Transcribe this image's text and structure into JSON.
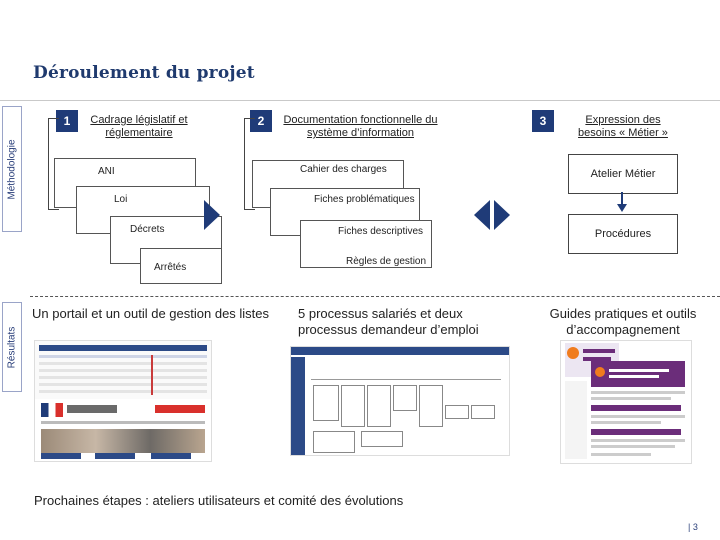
{
  "page": {
    "title": "Déroulement du projet",
    "page_number": "| 3",
    "footer": "Prochaines étapes : ateliers utilisateurs et comité des évolutions"
  },
  "sections": {
    "methodology": "Méthodologie",
    "results": "Résultats"
  },
  "steps": [
    {
      "number": "1",
      "heading": "Cadrage législatif et réglementaire",
      "items": [
        "ANI",
        "Loi",
        "Décrets",
        "Arrêtés"
      ]
    },
    {
      "number": "2",
      "heading": "Documentation fonctionnelle du système d’information",
      "items": [
        "Cahier des charges",
        "Fiches problématiques",
        "Fiches descriptives",
        "Règles de gestion"
      ]
    },
    {
      "number": "3",
      "heading": "Expression des besoins « Métier »",
      "items": [
        "Atelier Métier",
        "Procédures"
      ]
    }
  ],
  "results": [
    {
      "text": "Un portail et un outil de gestion des listes"
    },
    {
      "text": "5 processus salariés et deux processus demandeur d’emploi"
    },
    {
      "text": "Guides pratiques et outils d’accompagnement"
    }
  ],
  "colors": {
    "accent": "#1f3b78",
    "title": "#1f3a6e",
    "guide_purple": "#6b2d7a",
    "guide_orange": "#f07c1e"
  }
}
